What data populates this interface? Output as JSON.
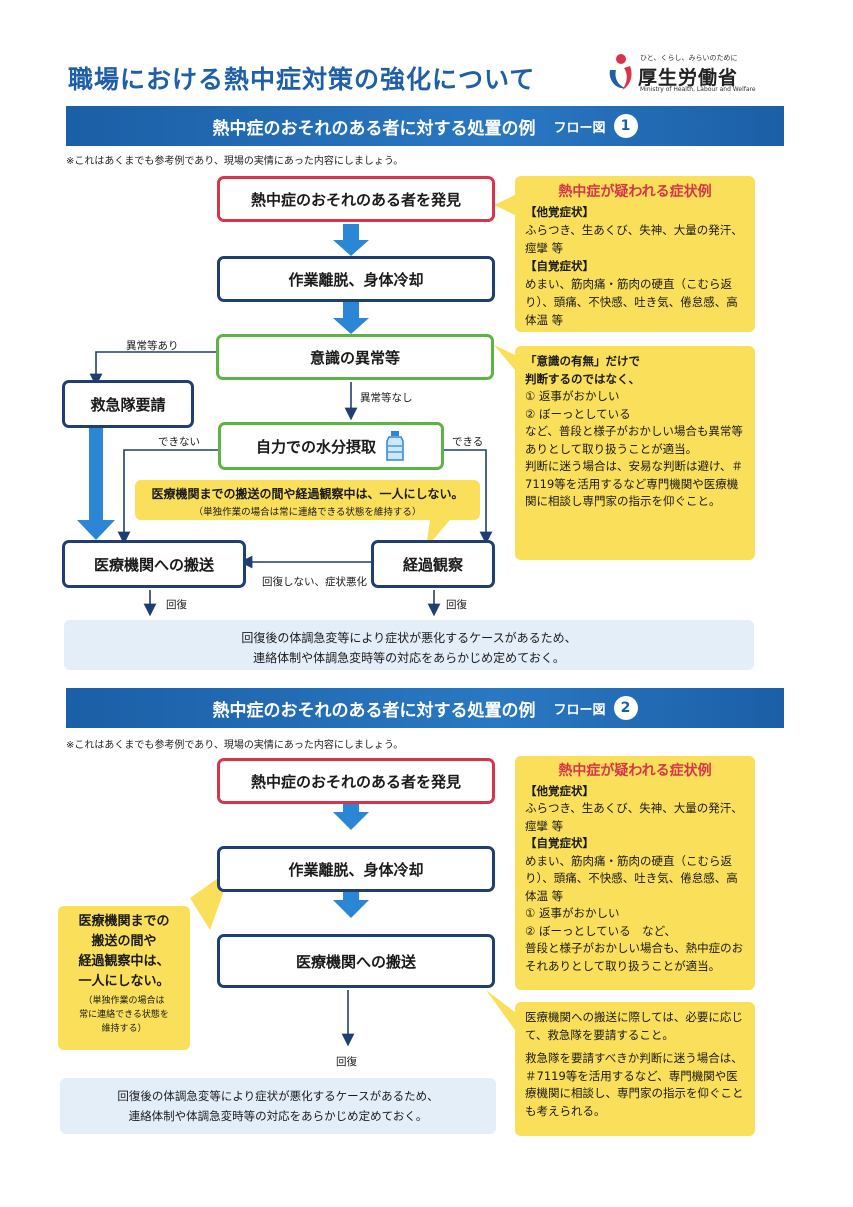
{
  "title": "職場における熱中症対策の強化について",
  "logo": {
    "tagline": "ひと、くらし、みらいのために",
    "name": "厚生労働省",
    "name_en": "Ministry of Health, Labour and Welfare"
  },
  "colors": {
    "banner": "#1b5fa6",
    "red": "#d8344a",
    "green": "#5bb443",
    "navy": "#1f3f73",
    "yellow": "#fae05a",
    "arrow": "#2c86d6"
  },
  "flow1": {
    "banner_title": "熱中症のおそれのある者に対する処置の例",
    "banner_flow": "フロー図",
    "banner_number": "1",
    "note": "※これはあくまでも参考例であり、現場の実情にあった内容にしましょう。",
    "discover": "熱中症のおそれのある者を発見",
    "cooling": "作業離脱、身体冷却",
    "consciousness": "意識の異常等",
    "ambulance": "救急隊要請",
    "hydration": "自力での水分摂取",
    "bottle_icon": "water-bottle-icon",
    "hospital": "医療機関への搬送",
    "observe": "経過観察",
    "label_abnormal": "異常等あり",
    "label_normal": "異常等なし",
    "label_cannot": "できない",
    "label_can": "できる",
    "label_worse": "回復しない、症状悪化",
    "label_recover_left": "回復",
    "label_recover_right": "回復",
    "callout_main": "医療機関までの搬送の間や経過観察中は、一人にしない。",
    "callout_sub": "（単独作業の場合は常に連絡できる状態を維持する）",
    "symptoms": {
      "title": "熱中症が疑われる症状例",
      "subj_head": "【他覚症状】",
      "subj_text": "ふらつき、生あくび、失神、大量の発汗、痙攣 等",
      "self_head": "【自覚症状】",
      "self_text": "めまい、筋肉痛・筋肉の硬直（こむら返り）、頭痛、不快感、吐き気、倦怠感、高体温 等"
    },
    "judge": {
      "line1": "「意識の有無」だけで",
      "line2": "判断するのではなく、",
      "item1": "① 返事がおかしい",
      "item2": "② ぼーっとしている",
      "text1": "など、普段と様子がおかしい場合も異常等ありとして取り扱うことが適当。",
      "text2": "判断に迷う場合は、安易な判断は避け、＃7119等を活用するなど専門機関や医療機関に相談し専門家の指示を仰ぐこと。"
    },
    "footer_line1": "回復後の体調急変等により症状が悪化するケースがあるため、",
    "footer_line2": "連絡体制や体調急変時等の対応をあらかじめ定めておく。"
  },
  "flow2": {
    "banner_title": "熱中症のおそれのある者に対する処置の例",
    "banner_flow": "フロー図",
    "banner_number": "2",
    "note": "※これはあくまでも参考例であり、現場の実情にあった内容にしましょう。",
    "discover": "熱中症のおそれのある者を発見",
    "cooling": "作業離脱、身体冷却",
    "hospital": "医療機関への搬送",
    "label_recover": "回復",
    "left_callout": {
      "l1": "医療機関までの",
      "l2": "搬送の間や",
      "l3": "経過観察中は、",
      "l4": "一人にしない。",
      "s1": "（単独作業の場合は",
      "s2": "常に連絡できる状態を",
      "s3": "維持する）"
    },
    "symptoms": {
      "title": "熱中症が疑われる症状例",
      "subj_head": "【他覚症状】",
      "subj_text": "ふらつき、生あくび、失神、大量の発汗、痙攣 等",
      "self_head": "【自覚症状】",
      "self_text": "めまい、筋肉痛・筋肉の硬直（こむら返り）、頭痛、不快感、吐き気、倦怠感、高体温 等",
      "item1": "① 返事がおかしい",
      "item2": "② ぼーっとしている　など、",
      "text": "普段と様子がおかしい場合も、熱中症のおそれありとして取り扱うことが適当。"
    },
    "ambulance_note": {
      "text1": "医療機関への搬送に際しては、必要に応じて、救急隊を要請すること。",
      "text2": "救急隊を要請すべきか判断に迷う場合は、＃7119等を活用するなど、専門機関や医療機関に相談し、専門家の指示を仰ぐことも考えられる。"
    },
    "footer_line1": "回復後の体調急変等により症状が悪化するケースがあるため、",
    "footer_line2": "連絡体制や体調急変時等の対応をあらかじめ定めておく。"
  }
}
